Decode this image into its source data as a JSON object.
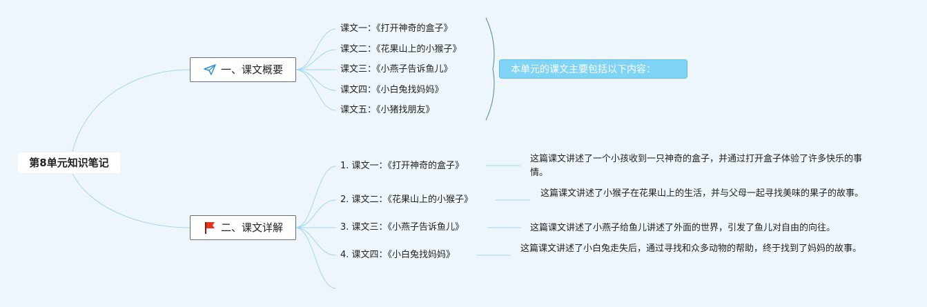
{
  "root": {
    "title": "第8单元知识笔记"
  },
  "branch1": {
    "label": "一、课文概要",
    "icon": "paper-plane-icon",
    "items": [
      "课文一：《打开神奇的盒子》",
      "课文二：《花果山上的小猴子》",
      "课文三：《小燕子告诉鱼儿》",
      "课文四：《小白兔找妈妈》",
      "课文五：《小猪找朋友》"
    ],
    "summary": "本单元的课文主要包括以下内容："
  },
  "branch2": {
    "label": "二、课文详解",
    "icon": "red-flag-icon",
    "items": [
      {
        "title": "1. 课文一：《打开神奇的盒子》",
        "note": "这篇课文讲述了一个小孩收到一只神奇的盒子，并通过打开盒子体验了许多快乐的事情。"
      },
      {
        "title": "2. 课文二：《花果山上的小猴子》",
        "note": "这篇课文讲述了小猴子在花果山上的生活，并与父母一起寻找美味的果子的故事。"
      },
      {
        "title": "3. 课文三：《小燕子告诉鱼儿》",
        "note": "这篇课文讲述了小燕子给鱼儿讲述了外面的世界，引发了鱼儿对自由的向往。"
      },
      {
        "title": "4. 课文四：《小白兔找妈妈》",
        "note": "这篇课文讲述了小白兔走失后，通过寻找和众多动物的帮助，终于找到了妈妈的故事。"
      }
    ]
  },
  "colors": {
    "background": "#eef6fb",
    "connector": "#9bd8f3",
    "bracket": "#4a8f6e",
    "summary_fill": "#7fd3f5",
    "flag": "#e8341c",
    "plane": "#2f8fd8"
  }
}
